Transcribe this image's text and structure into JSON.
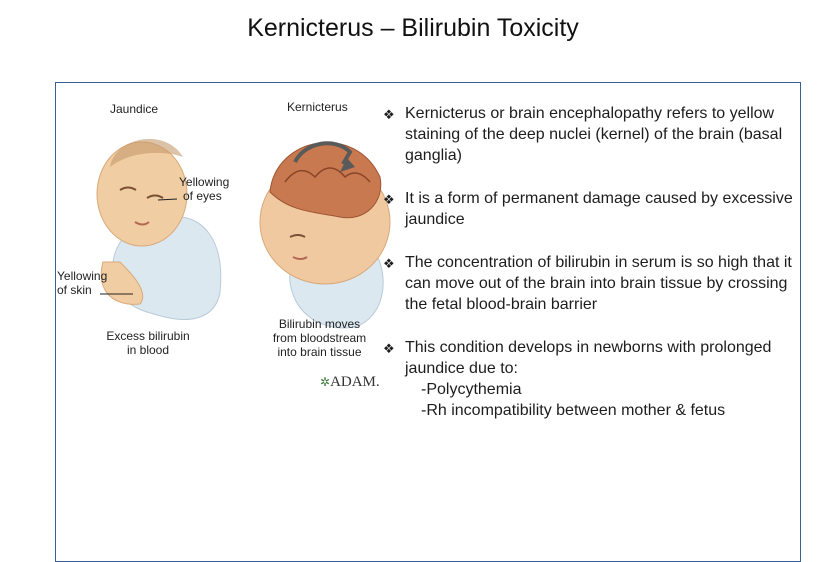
{
  "slide": {
    "title": "Kernicterus – Bilirubin Toxicity"
  },
  "illustration": {
    "jaundice_label": "Jaundice",
    "kernicterus_label": "Kernicterus",
    "eyes_callout": [
      "Yellowing",
      "of eyes"
    ],
    "skin_callout": [
      "Yellowing",
      "of skin"
    ],
    "left_caption": [
      "Excess bilirubin",
      "in blood"
    ],
    "right_caption": [
      "Bilirubin moves",
      "from bloodstream",
      "into brain tissue"
    ],
    "credit": "ADAM."
  },
  "bullets": [
    {
      "text": "Kernicterus or brain encephalopathy refers to yellow staining of the deep nuclei (kernel) of the brain (basal ganglia)"
    },
    {
      "text": "It is a form of permanent damage caused by excessive jaundice"
    },
    {
      "text": "The concentration of bilirubin in serum is so high that it can move out of the brain into brain tissue by crossing the fetal blood-brain barrier"
    },
    {
      "text": "This condition develops in newborns with prolonged jaundice due to:",
      "subitems": [
        "-Polycythemia",
        "-Rh incompatibility between mother &  fetus"
      ]
    }
  ],
  "colors": {
    "frame": "#3a5f94",
    "skin": "#f1c9a0",
    "brain": "#c9794f",
    "cloth": "#dbe8f0"
  }
}
